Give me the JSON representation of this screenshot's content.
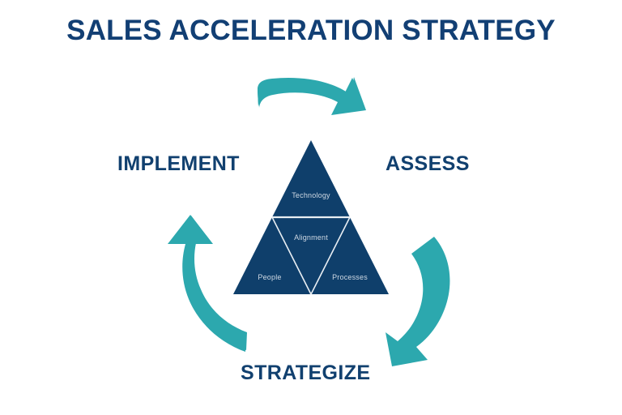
{
  "page": {
    "title": "SALES ACCELERATION STRATEGY",
    "background_color": "#FFFFFF"
  },
  "colors": {
    "navy": "#0F3F6B",
    "title_navy": "#123F74",
    "label_navy": "#11406F",
    "teal": "#2CA8AE",
    "divider": "#E8EEF3",
    "tier_text": "#CFD9E4"
  },
  "cycle": {
    "stages": [
      {
        "id": "implement",
        "label": "IMPLEMENT"
      },
      {
        "id": "assess",
        "label": "ASSESS"
      },
      {
        "id": "strategize",
        "label": "STRATEGIZE"
      }
    ],
    "arrows": [
      {
        "id": "arrow-top",
        "direction": "right",
        "from": "implement",
        "to": "assess",
        "color": "#2CA8AE"
      },
      {
        "id": "arrow-right",
        "direction": "down-left",
        "from": "assess",
        "to": "strategize",
        "color": "#2CA8AE"
      },
      {
        "id": "arrow-left",
        "direction": "up-left",
        "from": "strategize",
        "to": "implement",
        "color": "#2CA8AE"
      }
    ]
  },
  "pyramid": {
    "fill_color": "#0F3F6B",
    "tiers": [
      {
        "id": "technology",
        "label": "Technology",
        "position": "top"
      },
      {
        "id": "alignment",
        "label": "Alignment",
        "position": "center"
      },
      {
        "id": "people",
        "label": "People",
        "position": "bottom-left"
      },
      {
        "id": "processes",
        "label": "Processes",
        "position": "bottom-right"
      }
    ]
  }
}
